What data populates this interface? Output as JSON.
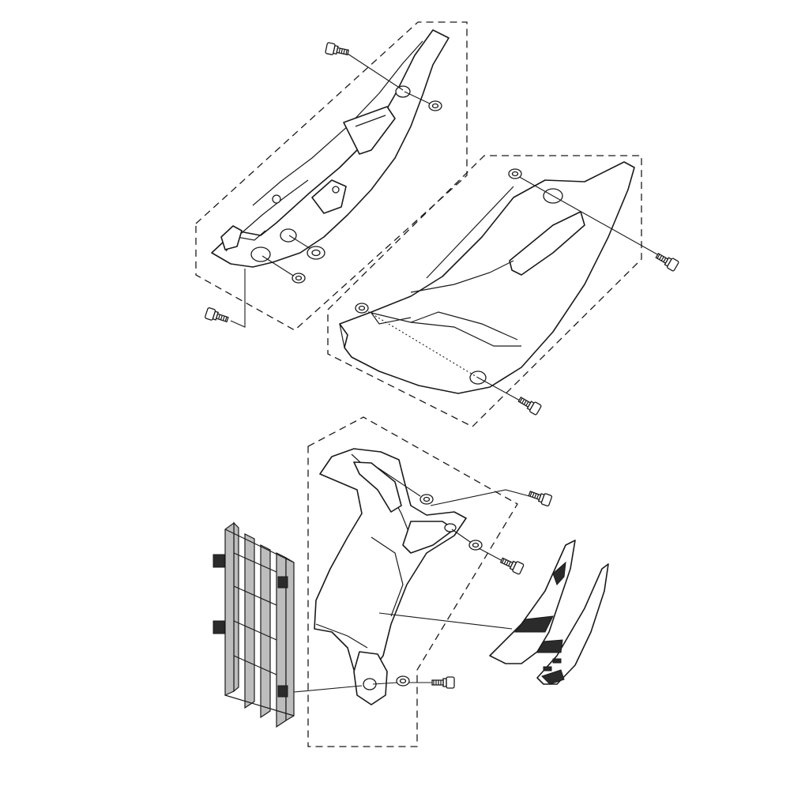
{
  "diagram": {
    "type": "exploded-parts-diagram",
    "assemblies": [
      {
        "name": "rear-frame-inner-cover",
        "fasteners": [
          "bolt",
          "bolt",
          "washer",
          "washer",
          "collar"
        ]
      },
      {
        "name": "side-cover-panel",
        "fasteners": [
          "bolt",
          "bolt",
          "washer",
          "washer"
        ]
      },
      {
        "name": "radiator-shroud",
        "fasteners": [
          "bolt",
          "bolt",
          "bolt",
          "washer",
          "washer",
          "washer"
        ]
      },
      {
        "name": "radiator-louver",
        "fasteners": []
      },
      {
        "name": "shroud-graphic-decal",
        "fasteners": []
      }
    ],
    "colors": {
      "line": "#1a1a1a",
      "shade": "#bdbdbd",
      "dark": "#2b2b2b",
      "background": "#ffffff"
    }
  }
}
